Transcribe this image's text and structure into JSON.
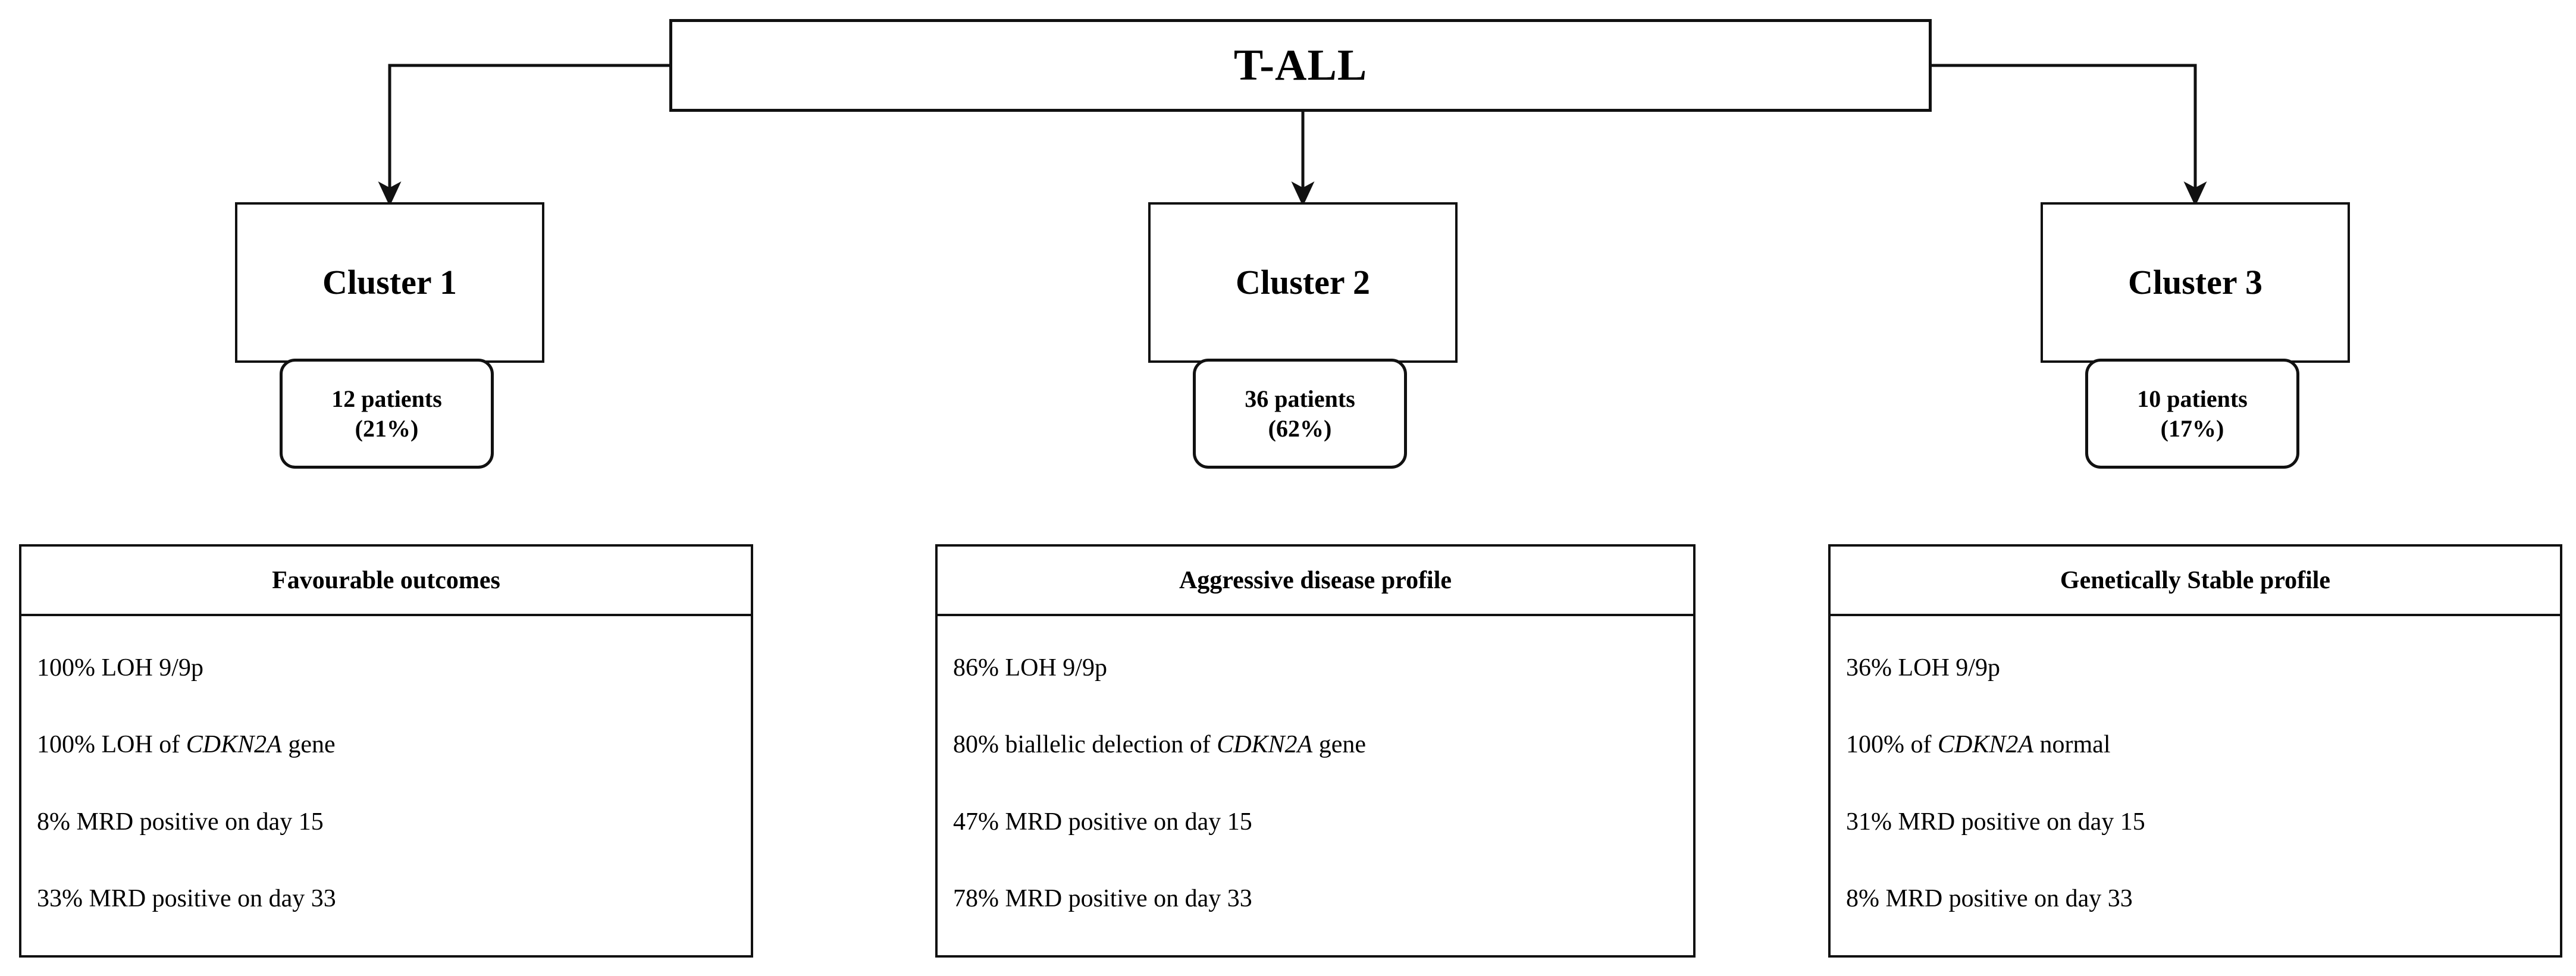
{
  "diagram": {
    "title": "T-ALL",
    "root": {
      "label": "T-ALL"
    },
    "clusters": [
      {
        "label": "Cluster 1",
        "patients_line1": "12 patients",
        "patients_line2": "(21%)",
        "patients_count": 12,
        "patients_percent": "21%"
      },
      {
        "label": "Cluster 2",
        "patients_line1": "36 patients",
        "patients_line2": "(62%)",
        "patients_count": 36,
        "patients_percent": "62%"
      },
      {
        "label": "Cluster 3",
        "patients_line1": "10 patients",
        "patients_line2": "(17%)",
        "patients_count": 10,
        "patients_percent": "17%"
      }
    ],
    "panels": [
      {
        "header": "Favourable outcomes",
        "lines": [
          {
            "prefix": "100% LOH 9/9p",
            "gene": "",
            "suffix": ""
          },
          {
            "prefix": "100% LOH of ",
            "gene": "CDKN2A",
            "suffix": " gene"
          },
          {
            "prefix": "8% MRD positive on day 15",
            "gene": "",
            "suffix": ""
          },
          {
            "prefix": "33% MRD positive on day 33",
            "gene": "",
            "suffix": ""
          }
        ]
      },
      {
        "header": "Aggressive disease profile",
        "lines": [
          {
            "prefix": "86% LOH 9/9p",
            "gene": "",
            "suffix": ""
          },
          {
            "prefix": "80% biallelic delection of ",
            "gene": "CDKN2A",
            "suffix": " gene"
          },
          {
            "prefix": "47% MRD positive on day 15",
            "gene": "",
            "suffix": ""
          },
          {
            "prefix": "78% MRD positive on day 33",
            "gene": "",
            "suffix": ""
          }
        ]
      },
      {
        "header": "Genetically Stable profile",
        "lines": [
          {
            "prefix": "36% LOH 9/9p",
            "gene": "",
            "suffix": ""
          },
          {
            "prefix": "100% of ",
            "gene": "CDKN2A",
            "suffix": " normal"
          },
          {
            "prefix": "31% MRD positive on day 15",
            "gene": "",
            "suffix": ""
          },
          {
            "prefix": "8% MRD positive on day 33",
            "gene": "",
            "suffix": ""
          }
        ]
      }
    ],
    "colors": {
      "stroke": "#111111",
      "background": "#ffffff",
      "text": "#000000"
    }
  }
}
